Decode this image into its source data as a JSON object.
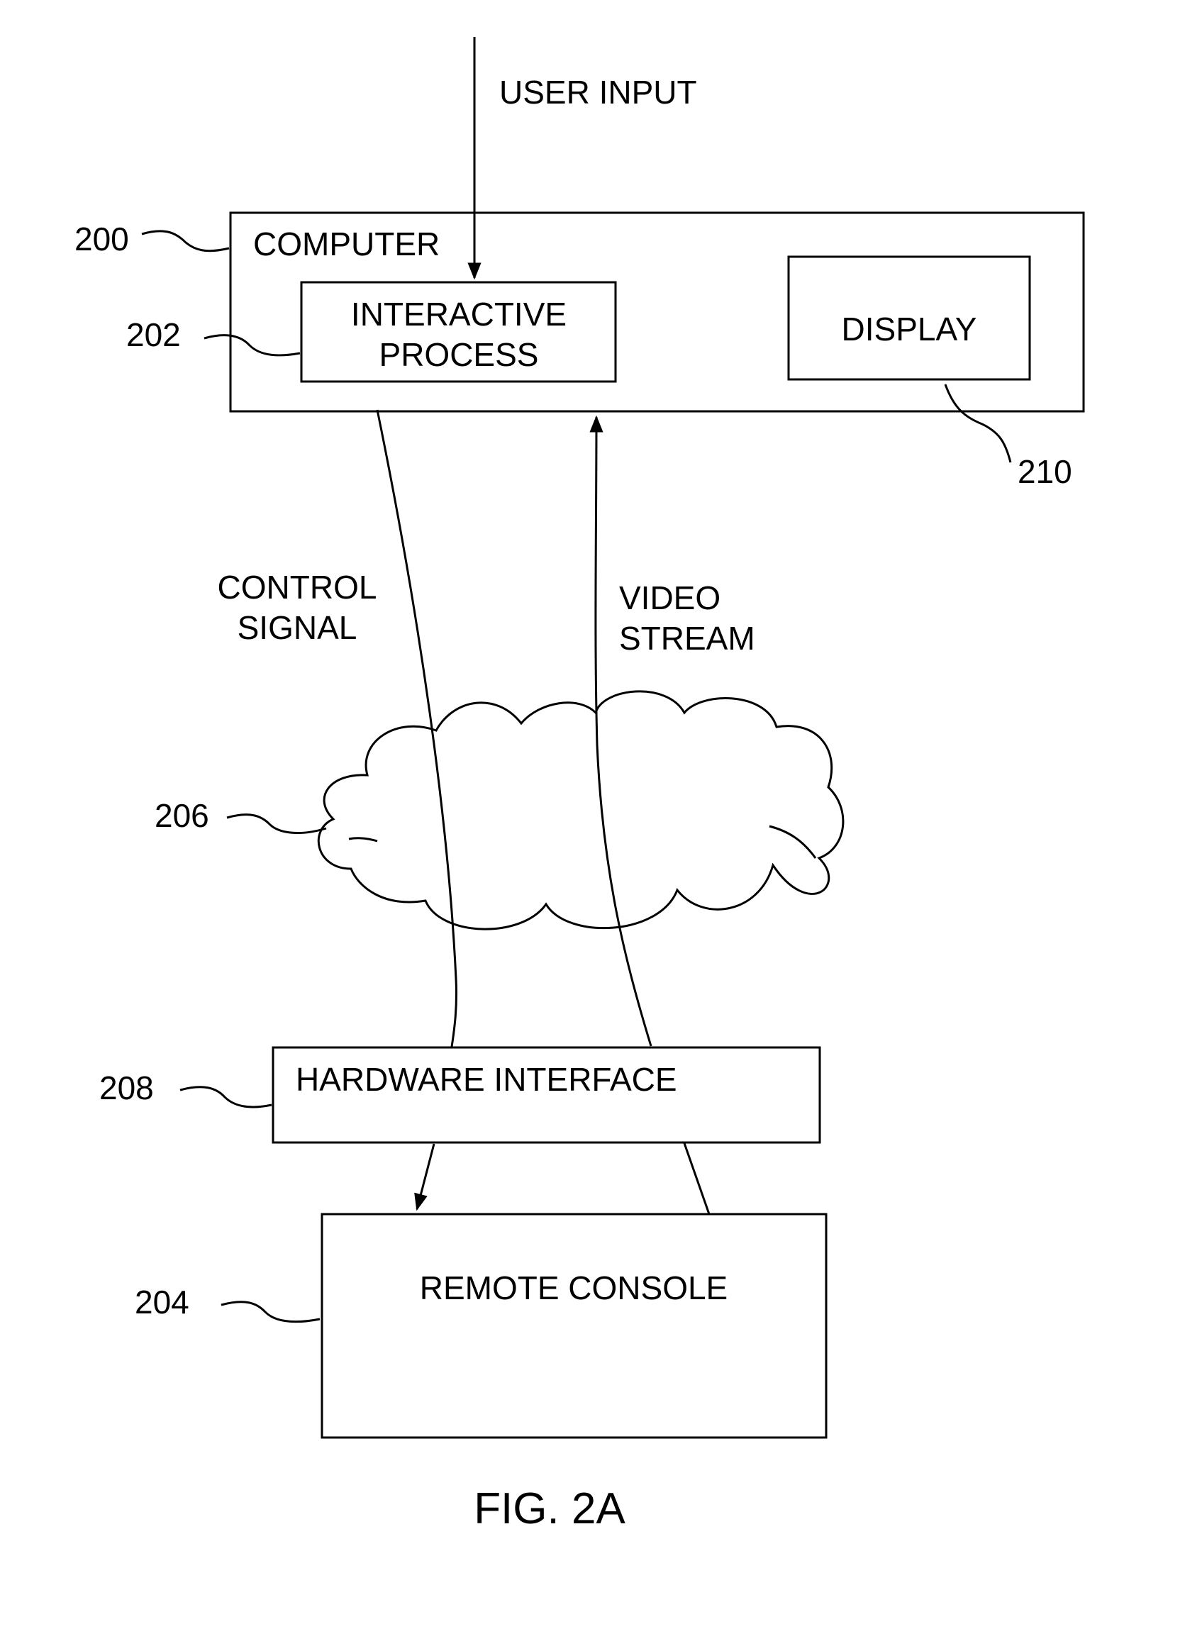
{
  "figure": {
    "caption": "FIG. 2A",
    "user_input": "USER INPUT",
    "computer": {
      "label": "COMPUTER",
      "ref": "200"
    },
    "interactive_process": {
      "line1": "INTERACTIVE",
      "line2": "PROCESS",
      "ref": "202"
    },
    "display": {
      "label": "DISPLAY",
      "ref": "210"
    },
    "control_signal": {
      "line1": "CONTROL",
      "line2": "SIGNAL"
    },
    "video_stream": {
      "line1": "VIDEO",
      "line2": "STREAM"
    },
    "network": {
      "ref": "206"
    },
    "hardware_interface": {
      "label": "HARDWARE INTERFACE",
      "ref": "208"
    },
    "remote_console": {
      "label": "REMOTE CONSOLE",
      "ref": "204"
    }
  }
}
